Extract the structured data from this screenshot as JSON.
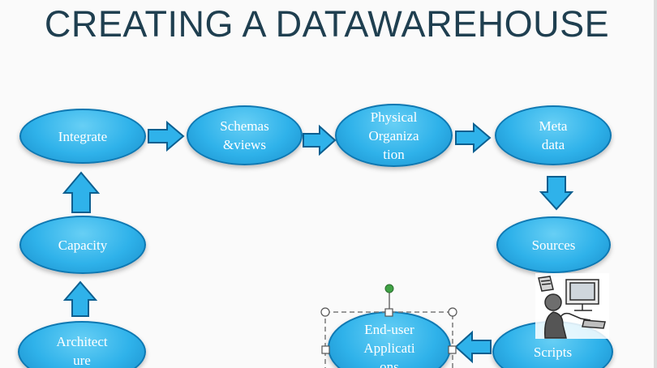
{
  "title": "CREATING A DATAWAREHOUSE",
  "nodes": {
    "integrate": "Integrate",
    "schemas": "Schemas\n&views",
    "physical": "Physical\nOrganiza\ntion",
    "metadata": "Meta\ndata",
    "sources": "Sources",
    "scripts": "Scripts",
    "enduser": "End-user\nApplicati\nons",
    "capacity": "Capacity",
    "architecture": "Architect\nure"
  },
  "colors": {
    "node_fill": "#2fb2ea",
    "node_border": "#0e78b2",
    "arrow_fill": "#2fb2ea",
    "arrow_stroke": "#0c5f90",
    "title": "#1f3f50"
  },
  "icons": [
    "right-arrow-icon",
    "down-arrow-icon",
    "up-arrow-icon",
    "left-arrow-icon",
    "person-at-computer-icon"
  ]
}
